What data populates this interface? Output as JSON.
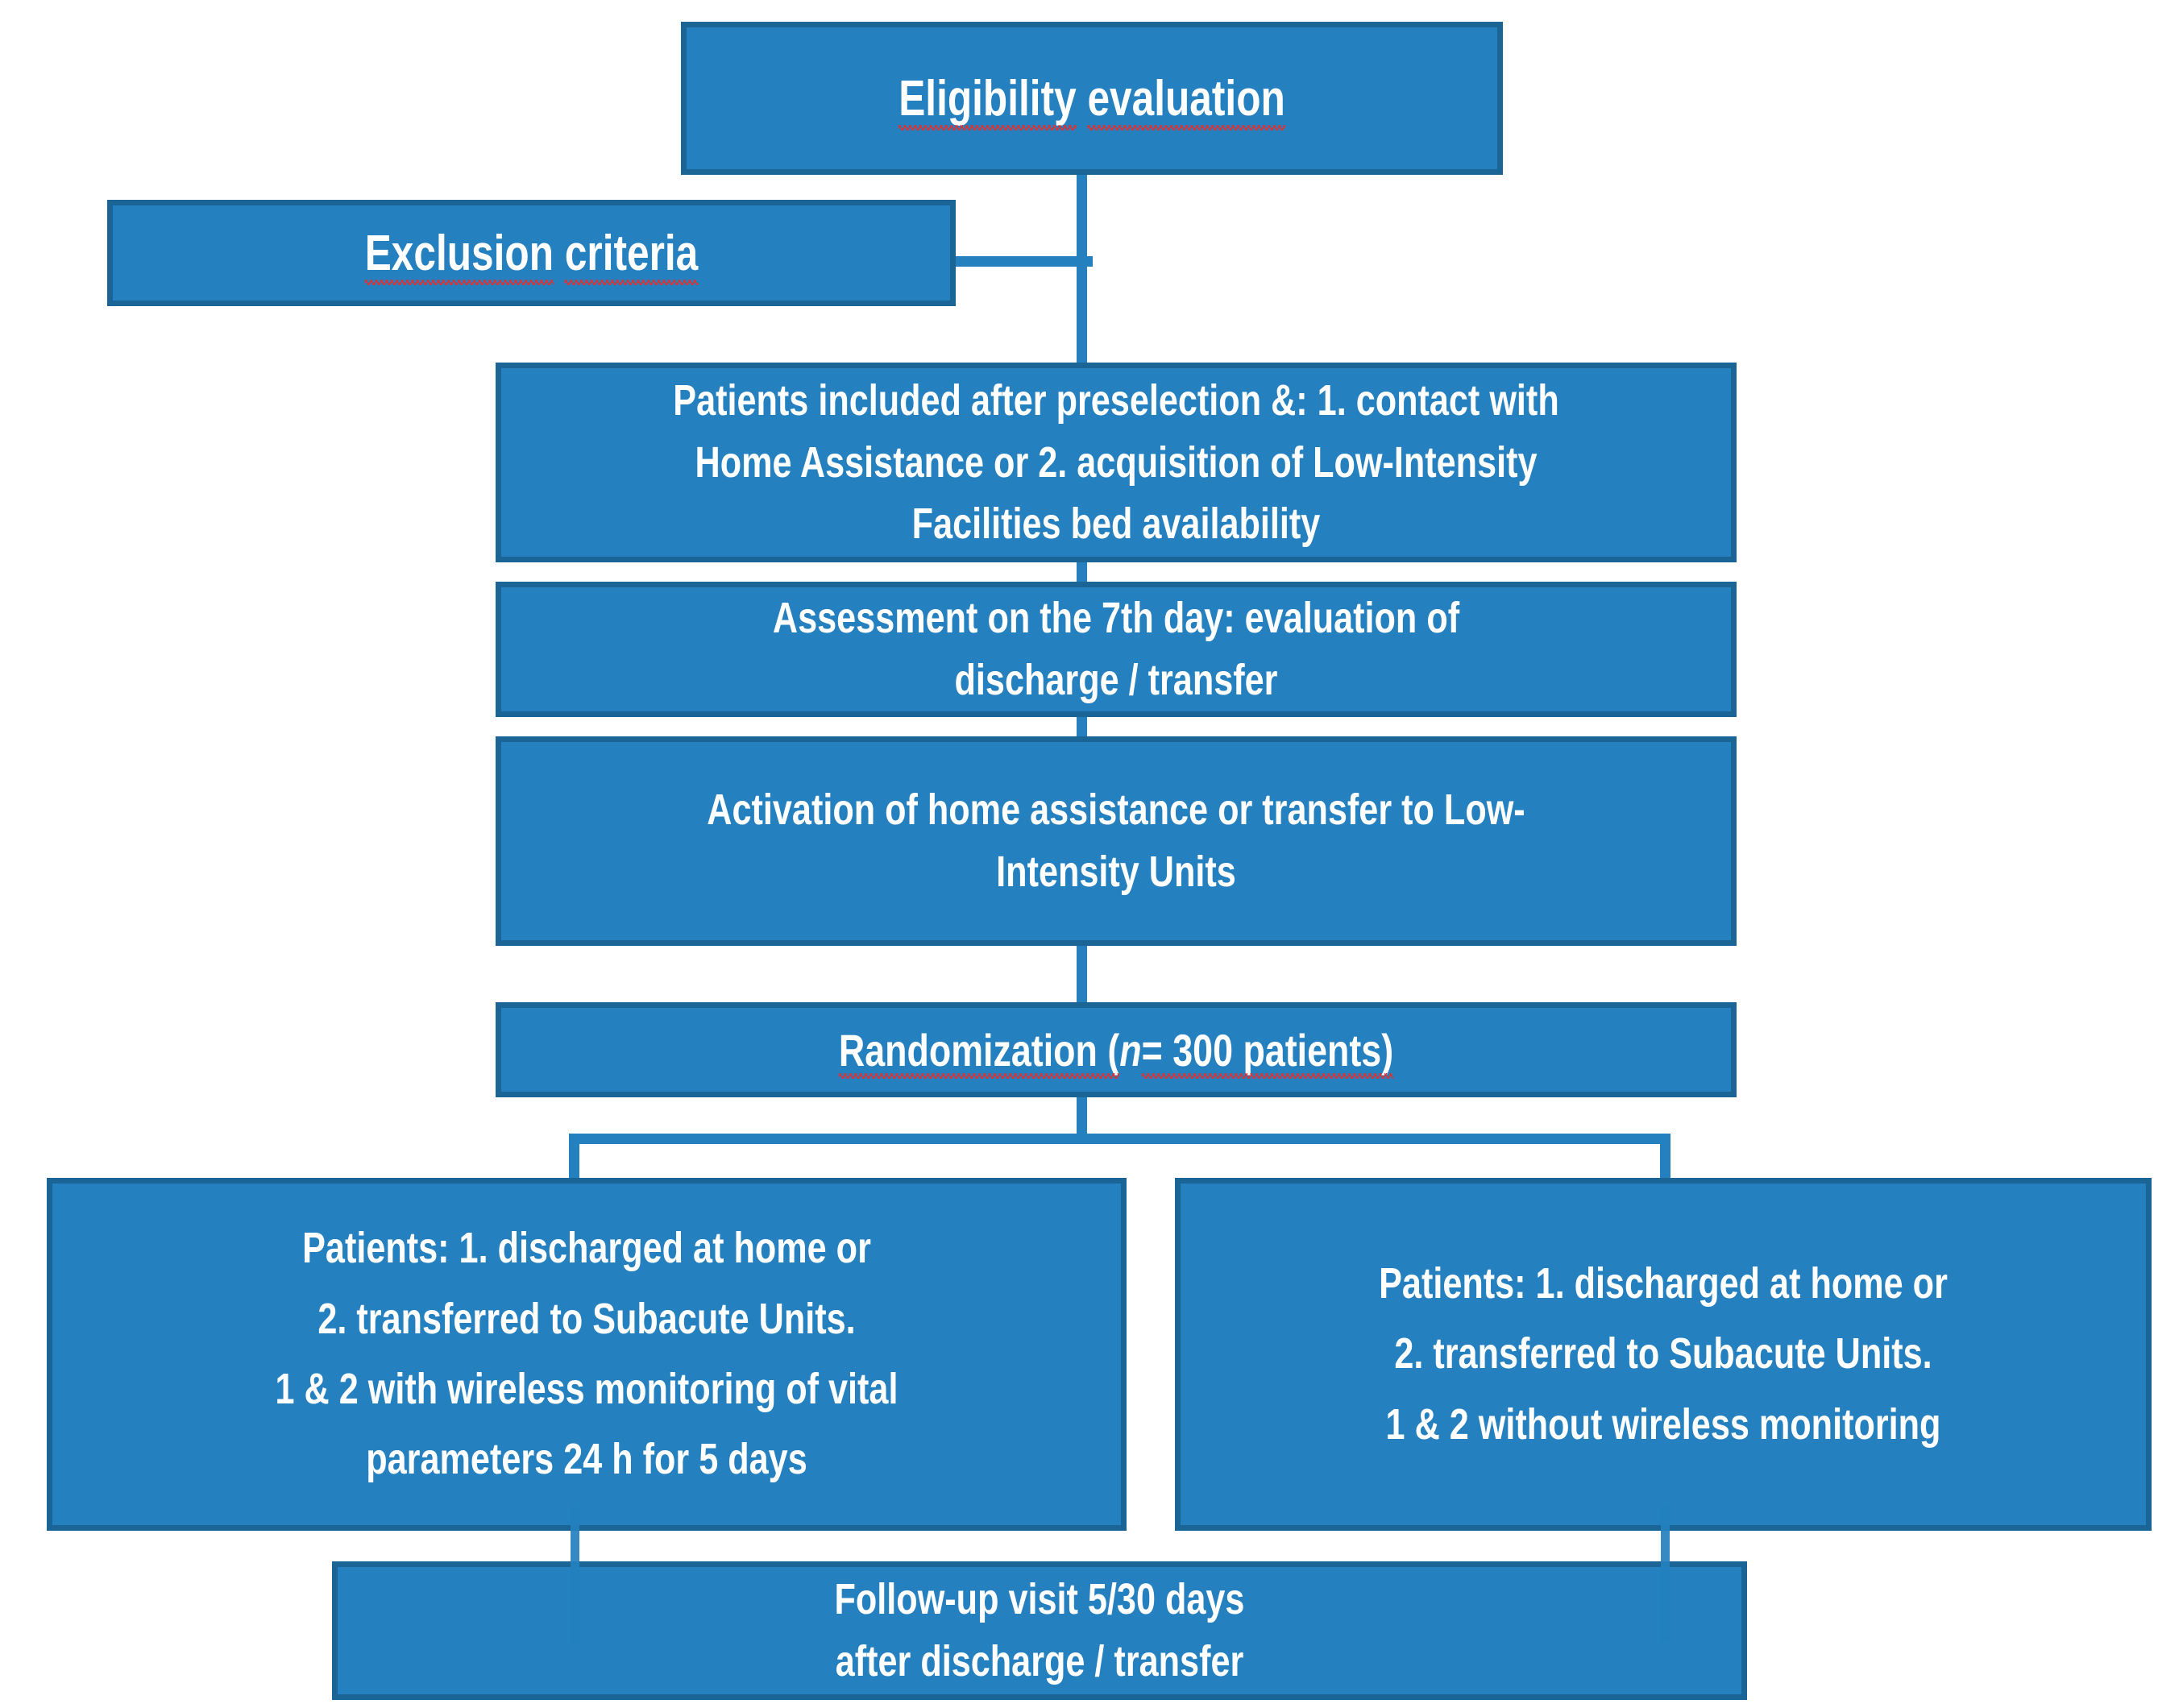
{
  "diagram": {
    "title": "Clinical trial patient flow diagram",
    "colors": {
      "box_fill": "#2480bf",
      "box_border": "#1a6596",
      "connector": "#2480bf",
      "text": "#ffffff",
      "spellcheck_underline": "#e03030",
      "background": "#ffffff"
    },
    "nodes": {
      "eligibility": {
        "label": "Eligibility evaluation"
      },
      "exclusion": {
        "label": "Exclusion criteria"
      },
      "included": {
        "line1": "Patients included after preselection &: 1. contact with",
        "line2": "Home Assistance or 2. acquisition of Low-Intensity",
        "line3": "Facilities  bed availability"
      },
      "assessment": {
        "line1": "Assessment on the 7th day: evaluation of",
        "line2": "discharge / transfer"
      },
      "activation": {
        "line1": "Activation of home assistance or transfer to Low-",
        "line2": "Intensity  Units"
      },
      "randomization": {
        "prefix": "Randomization (",
        "italic_n": "n",
        "suffix": " = 300 patients)",
        "full": "Randomization (n = 300 patients)",
        "n_value": 300
      },
      "arm_intervention": {
        "line1": "Patients: 1. discharged at home or",
        "line2": "2. transferred to Subacute Units.",
        "line3": "1 & 2 with wireless monitoring of vital",
        "line4": "parameters 24 h for 5 days"
      },
      "arm_control": {
        "line1": "Patients: 1. discharged at home or",
        "line2": "2. transferred to Subacute Units.",
        "line3": "1 & 2 without wireless monitoring"
      },
      "followup": {
        "line1": "Follow-up visit 5/30 days",
        "line2": "after discharge / transfer"
      }
    }
  }
}
